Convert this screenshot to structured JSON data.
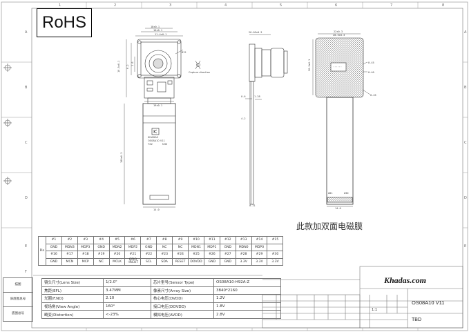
{
  "rohs_label": "RoHS",
  "border_numbers": [
    "1",
    "2",
    "3",
    "4",
    "5",
    "6",
    "7",
    "8"
  ],
  "border_letters": [
    "A",
    "B",
    "C",
    "D",
    "E",
    "F"
  ],
  "module_text": {
    "brand": "KHADAS",
    "model": "OS08A10   V11",
    "line2": "TX2",
    "line3": "N30"
  },
  "capture_direction_label": "Capture direction",
  "back_view_label": "······",
  "pin_callouts": {
    "first": "#01",
    "last": "#30"
  },
  "dimensions": {
    "d1": "18±0.1",
    "d2": "16±0.1",
    "d3": "11.4±0.1",
    "d4": "6.2",
    "d5": "1.6",
    "d6": "10.5±0.1",
    "d7": "20.05±0.3",
    "d8": "20.5±0.1",
    "d9": "14.0",
    "d10": "0.45",
    "d11": "0.40",
    "d12": "4.2",
    "d13": "1.28",
    "d14": "22±0.3",
    "d15": "20.5±0.3",
    "d16": "0.45",
    "d17": "4.4",
    "d18": "0.6",
    "d19": "0.21",
    "d20": "100±0.3",
    "d21": "14.0",
    "d22": "19±0.1",
    "d23": "M12"
  },
  "note_cn": "此款加双面电磁膜",
  "pin_table": {
    "row_label": "Pin",
    "row1": [
      "#1",
      "#2",
      "#3",
      "#4",
      "#5",
      "#6",
      "#7",
      "#8",
      "#9",
      "#10",
      "#11",
      "#12",
      "#13",
      "#14",
      "#15"
    ],
    "row2": [
      "GND",
      "MDN3",
      "MDP3",
      "GND",
      "MDN2",
      "MDP2",
      "GND",
      "NC",
      "NC",
      "MDN1",
      "MDP1",
      "GND",
      "MDN0",
      "MDP0",
      ""
    ],
    "row3": [
      "#16",
      "#17",
      "#18",
      "#19",
      "#20",
      "#21",
      "#22",
      "#23",
      "#24",
      "#25",
      "#26",
      "#27",
      "#28",
      "#29",
      "#30"
    ],
    "row4": [
      "GND",
      "MCN",
      "MCP",
      "NC",
      "MCLK",
      "GPIO\n-IRCUT",
      "SCL",
      "SDA",
      "RESET",
      "DOVDD",
      "GND",
      "GND",
      "3.3V",
      "3.3V",
      "3.3V"
    ]
  },
  "spec_table": [
    {
      "k1": "镜头尺寸(Lens Size)",
      "v1": "1/2.0\"",
      "k2": "芯片型号(Sensor Type)",
      "v2": "OS08A10-H92A-Z"
    },
    {
      "k1": "焦距(EFL)",
      "v1": "3.47MM",
      "k2": "像素尺寸(Array Size)",
      "v2": "3840*2160"
    },
    {
      "k1": "光圈(F.NO)",
      "v1": "2.10",
      "k2": "核心电压(DVDD)",
      "v2": "1.2V"
    },
    {
      "k1": "视场角(View Angle)",
      "v1": "160°",
      "k2": "接口电压(DOVDD)",
      "v2": "1.8V"
    },
    {
      "k1": "畸变(Distortion)",
      "v1": "<-23%",
      "k2": "模拟电压(AVDD)",
      "v2": "2.8V"
    }
  ],
  "sidebar_labels": [
    "描图",
    "旧底图总号",
    "底图总号"
  ],
  "title_block": {
    "brand": "Khadas.com",
    "model": "OS08A10 V11",
    "status": "TBD",
    "scale": "1:1"
  }
}
